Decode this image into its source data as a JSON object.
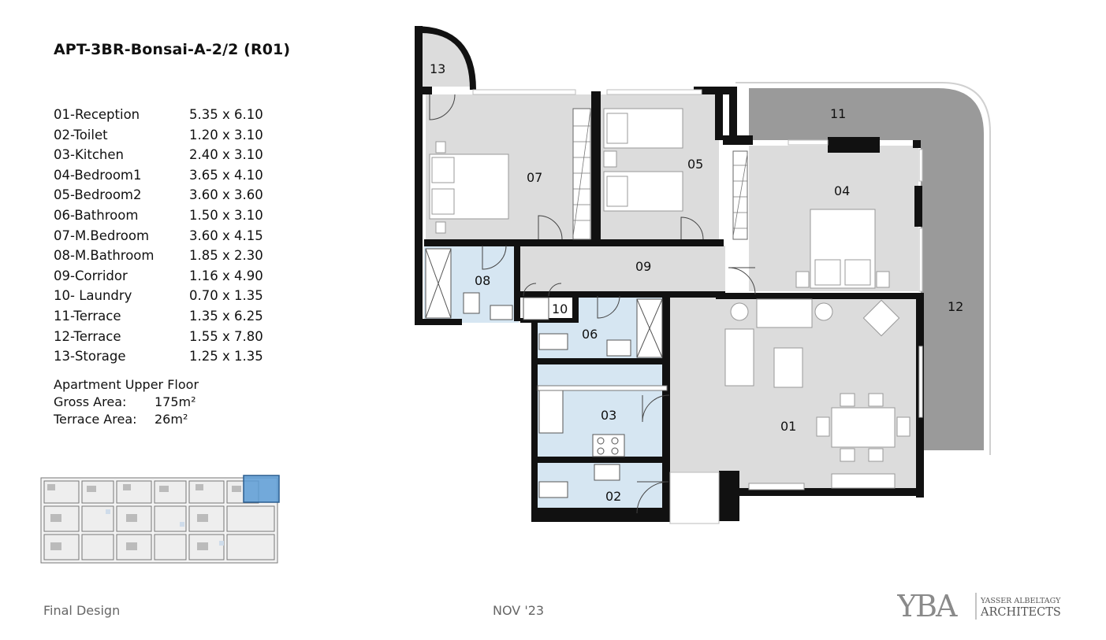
{
  "title": "APT-3BR-Bonsai-A-2/2 (R01)",
  "rooms": [
    {
      "name": "01-Reception",
      "size": "5.35 x 6.10"
    },
    {
      "name": "02-Toilet",
      "size": "1.20 x 3.10"
    },
    {
      "name": "03-Kitchen",
      "size": "2.40 x 3.10"
    },
    {
      "name": "04-Bedroom1",
      "size": "3.65 x 4.10"
    },
    {
      "name": "05-Bedroom2",
      "size": "3.60 x 3.60"
    },
    {
      "name": "06-Bathroom",
      "size": "1.50 x 3.10"
    },
    {
      "name": "07-M.Bedroom",
      "size": "3.60 x 4.15"
    },
    {
      "name": "08-M.Bathroom",
      "size": "1.85 x 2.30"
    },
    {
      "name": "09-Corridor",
      "size": "1.16 x 4.90"
    },
    {
      "name": "10- Laundry",
      "size": "0.70 x 1.35"
    },
    {
      "name": "11-Terrace",
      "size": "1.35 x 6.25"
    },
    {
      "name": "12-Terrace",
      "size": "1.55 x 7.80"
    },
    {
      "name": "13-Storage",
      "size": "1.25 x 1.35"
    }
  ],
  "summary": {
    "heading": "Apartment Upper Floor",
    "gross_label": "Gross Area:",
    "gross_value": "175m²",
    "terrace_label": "Terrace Area:",
    "terrace_value": "26m²"
  },
  "plan_labels": {
    "r01": "01",
    "r02": "02",
    "r03": "03",
    "r04": "04",
    "r05": "05",
    "r06": "06",
    "r07": "07",
    "r08": "08",
    "r09": "09",
    "r10": "10",
    "r11": "11",
    "r12": "12",
    "r13": "13"
  },
  "footer": {
    "left": "Final Design",
    "center": "NOV '23"
  },
  "logo": {
    "mark": "YBA",
    "line1": "YASSER ALBELTAGY",
    "line2": "ARCHITECTS"
  },
  "colors": {
    "room_fill": "#dcdcdc",
    "wet_fill": "#d6e6f2",
    "terrace_fill": "#9a9a9a",
    "wall": "#111111",
    "highlight": "#5b9bd5"
  }
}
